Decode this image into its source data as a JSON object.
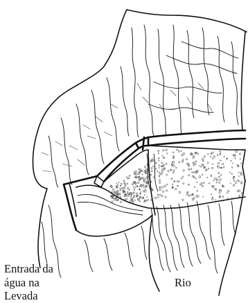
{
  "labels": {
    "entrance": [
      "Entrada da",
      "água na",
      "Levada"
    ],
    "river": "Rio"
  },
  "colors": {
    "ink": "#111111",
    "background": "#ffffff"
  }
}
